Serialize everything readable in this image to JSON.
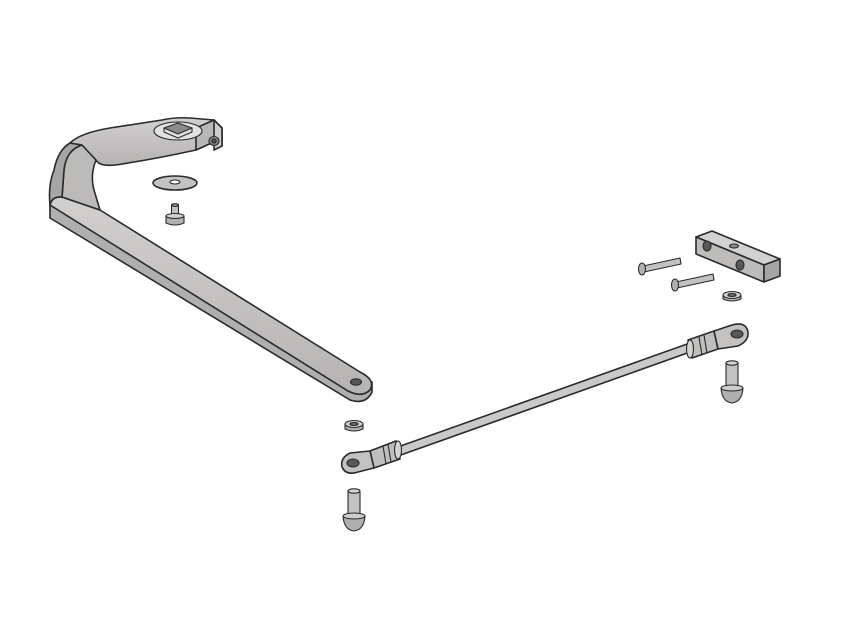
{
  "diagram": {
    "type": "exploded-view",
    "parts": [
      {
        "id": "main-arm",
        "icon": "door-closer-arm"
      },
      {
        "id": "large-washer",
        "icon": "washer"
      },
      {
        "id": "small-screw",
        "icon": "screw"
      },
      {
        "id": "mounting-block",
        "icon": "shoe-block"
      },
      {
        "id": "screw-upper",
        "icon": "screw"
      },
      {
        "id": "screw-lower",
        "icon": "screw"
      },
      {
        "id": "washer-right",
        "icon": "washer"
      },
      {
        "id": "washer-left",
        "icon": "washer"
      },
      {
        "id": "connecting-rod",
        "icon": "adjustable-rod"
      },
      {
        "id": "pin-left",
        "icon": "shoulder-pin"
      },
      {
        "id": "pin-right",
        "icon": "shoulder-pin"
      }
    ],
    "colors": {
      "part_fill": "#c8c6c5",
      "part_dark": "#a9a7a6",
      "outline": "#2a2a2a",
      "background": "#ffffff"
    }
  }
}
